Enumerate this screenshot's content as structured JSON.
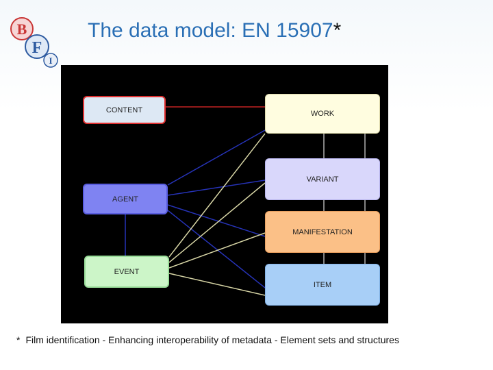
{
  "title": "The data model: EN 15907",
  "title_marker": "*",
  "logo": {
    "letters": [
      "B",
      "F",
      "I"
    ]
  },
  "entities": {
    "content": "CONTENT",
    "agent": "AGENT",
    "event": "EVENT",
    "work": "WORK",
    "variant": "VARIANT",
    "manifestation": "MANIFESTATION",
    "item": "ITEM"
  },
  "colors": {
    "content": "#dde8f4",
    "content_border": "#e03030",
    "agent": "#7f83f2",
    "agent_border": "#5a5ee0",
    "event": "#ccf5c8",
    "event_border": "#99dd99",
    "work": "#fffde0",
    "variant": "#d9d7fb",
    "manifestation": "#fbc087",
    "item": "#a8cff7",
    "red_line": "#c42222",
    "blue_line": "#2633b8",
    "cream_line": "#d8d6a6",
    "grey_line": "#b0b0b0"
  },
  "footnote": {
    "marker": "*",
    "text": "Film identification - Enhancing interoperability of metadata - Element sets and structures"
  }
}
